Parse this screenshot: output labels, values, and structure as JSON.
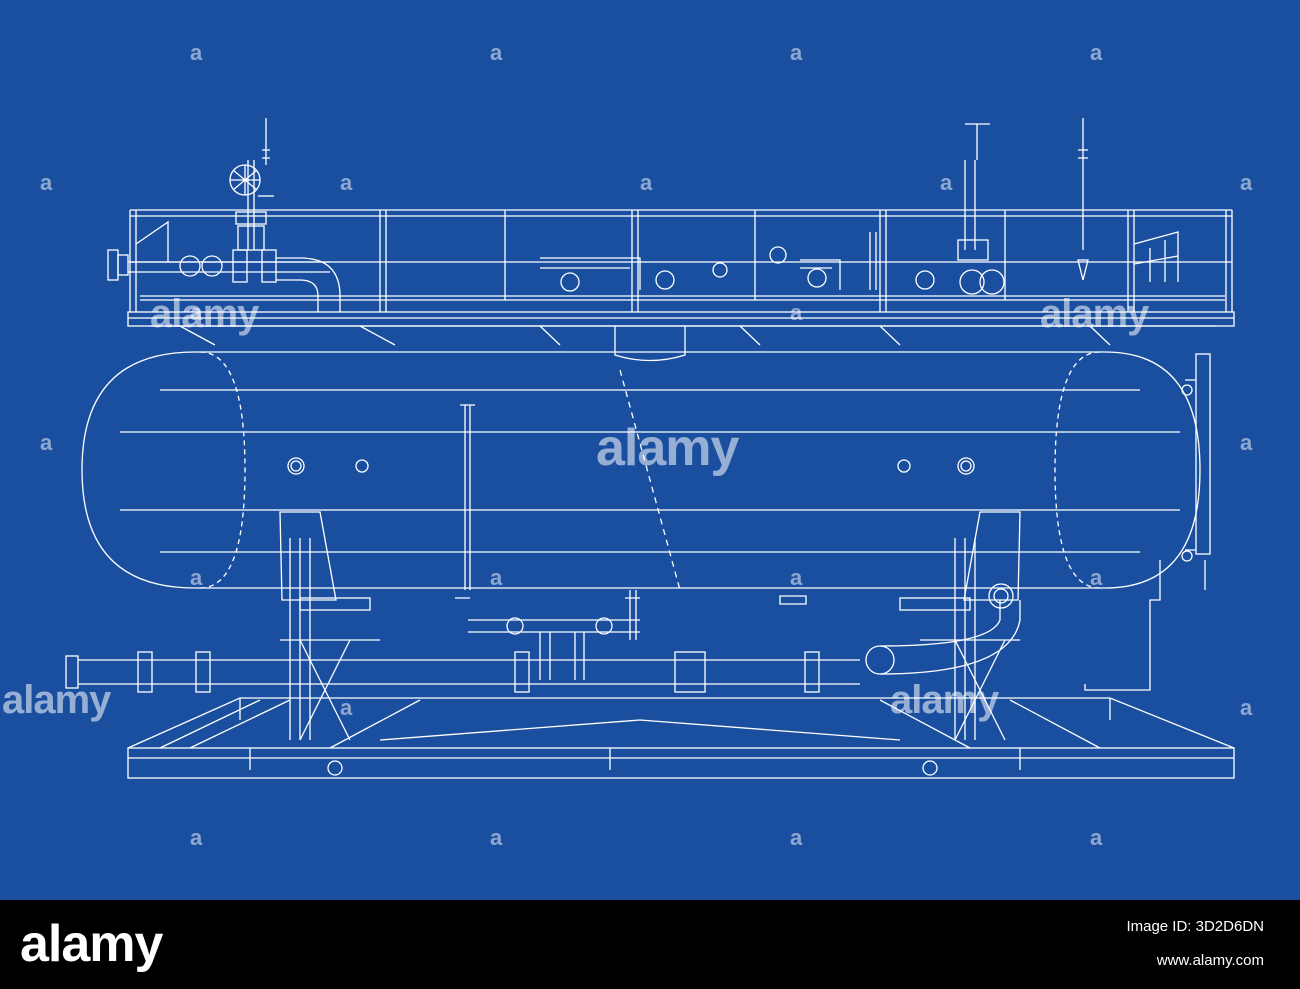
{
  "watermark": {
    "brand": "alamy",
    "letter": "a"
  },
  "footer": {
    "brand": "alamy",
    "image_id_label": "Image ID: 3D2D6DN",
    "url": "www.alamy.com"
  },
  "colors": {
    "background": "#1a4fa0",
    "line": "#ffffff",
    "footer_bg": "#000000"
  }
}
